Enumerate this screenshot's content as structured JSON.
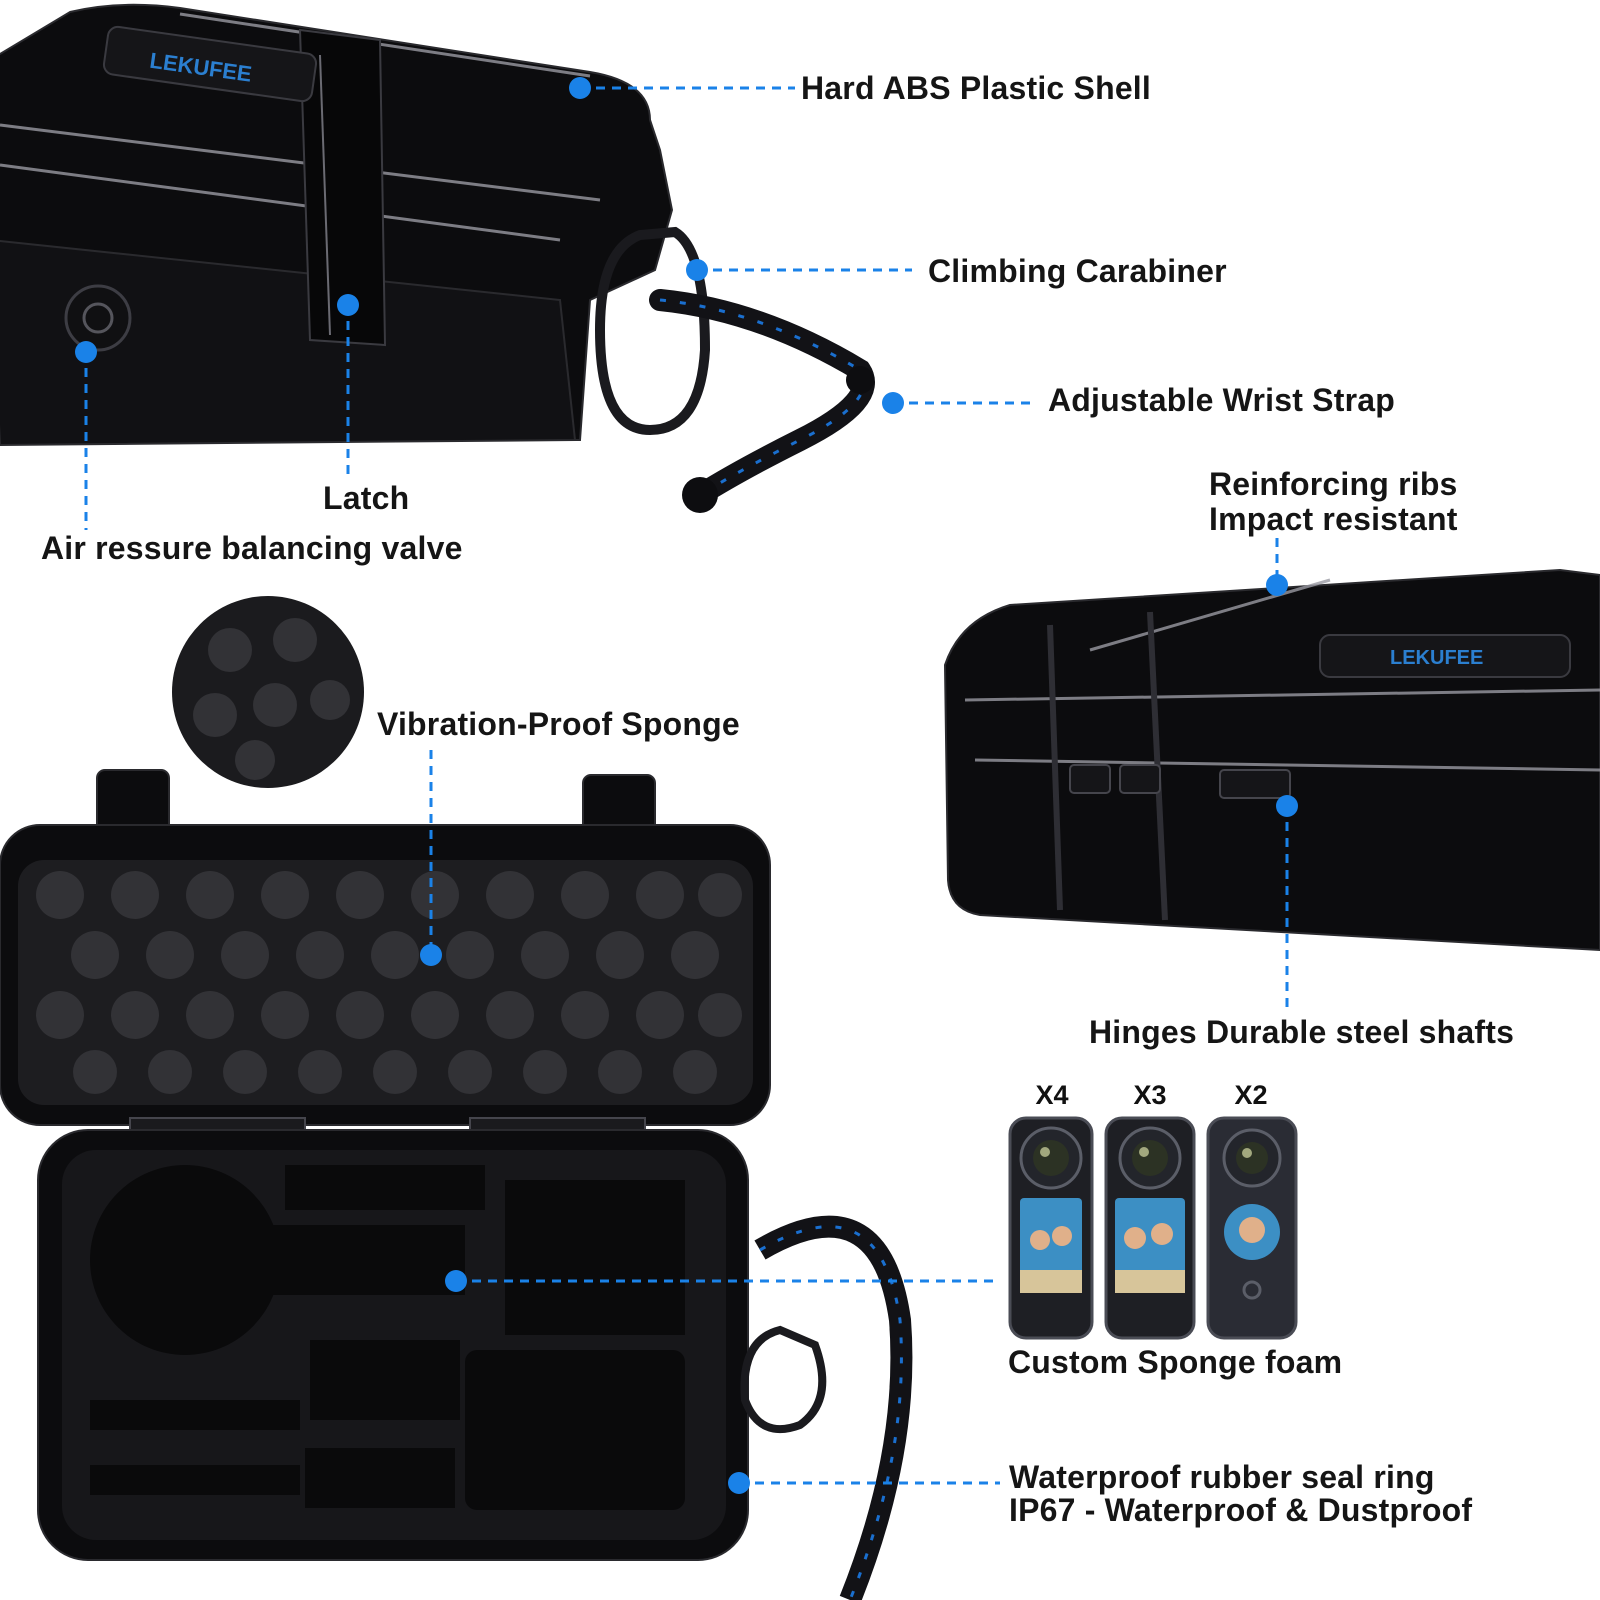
{
  "brand": {
    "logo_text": "LEKUFEE"
  },
  "callouts": {
    "hard_shell": "Hard ABS Plastic Shell",
    "carabiner": "Climbing Carabiner",
    "wrist_strap": "Adjustable Wrist Strap",
    "latch": "Latch",
    "valve": "Air ressure balancing valve",
    "ribs_line1": "Reinforcing ribs",
    "ribs_line2": "Impact resistant",
    "sponge": "Vibration-Proof Sponge",
    "hinges": "Hinges Durable steel shafts",
    "custom_foam": "Custom Sponge foam",
    "seal_line1": "Waterproof rubber seal ring",
    "seal_line2": "IP67 - Waterproof & Dustproof"
  },
  "cameras": [
    {
      "model": "X4"
    },
    {
      "model": "X3"
    },
    {
      "model": "X2"
    }
  ],
  "colors": {
    "accent": "#1a82e8",
    "case": "#0c0c0e",
    "text": "#151515"
  }
}
